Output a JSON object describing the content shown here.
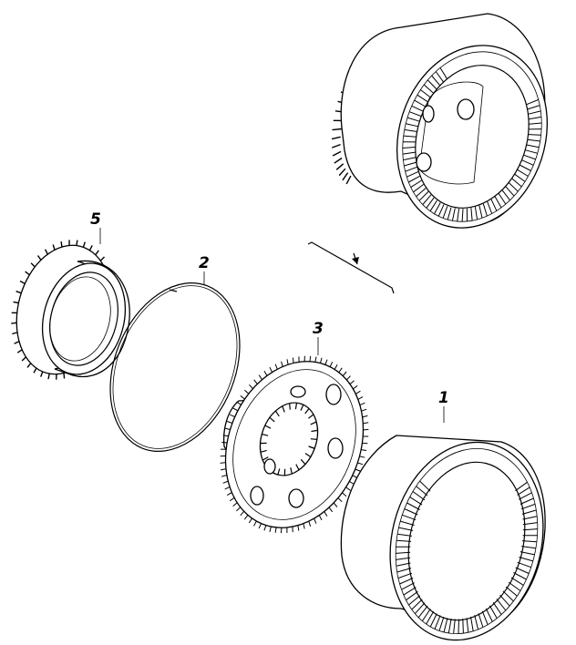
{
  "diagram": {
    "callouts": [
      {
        "id": "ring-gear",
        "label": "1"
      },
      {
        "id": "snap-ring",
        "label": "2"
      },
      {
        "id": "sun-gear-hub",
        "label": "3"
      },
      {
        "id": "bearing",
        "label": "5"
      }
    ]
  },
  "colors": {
    "line": "#000000",
    "background": "#ffffff"
  }
}
